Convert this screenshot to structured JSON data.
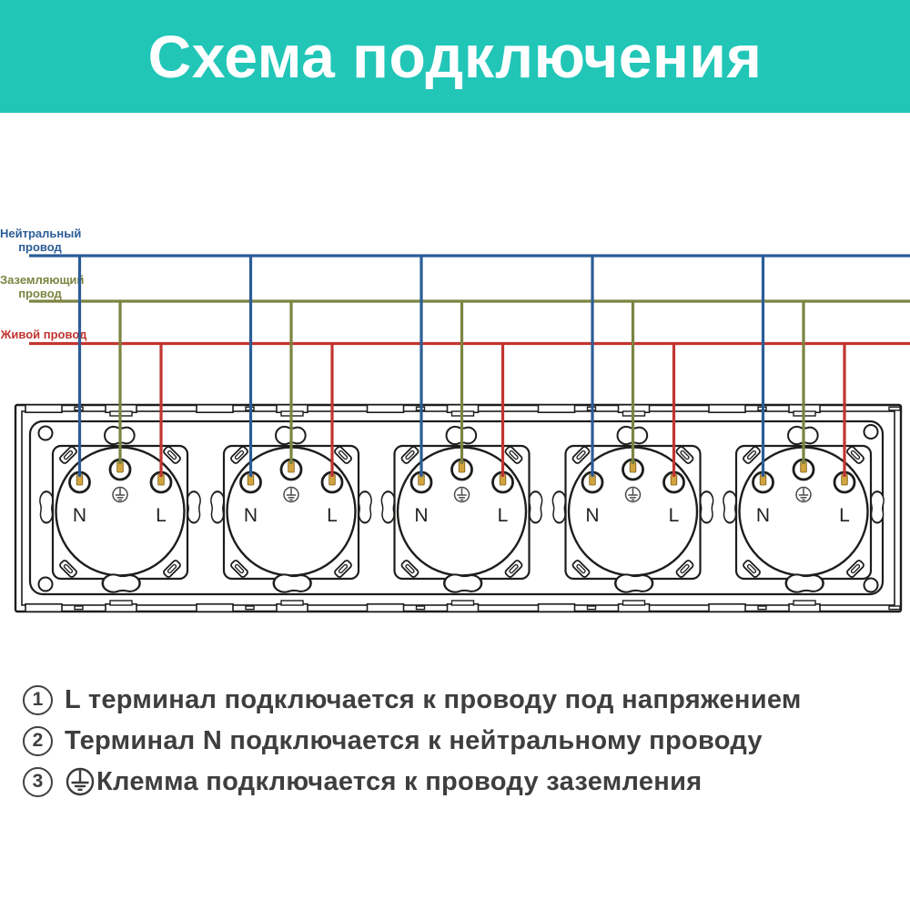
{
  "header": {
    "title": "Схема подключения"
  },
  "wire_legend": {
    "neutral": {
      "label": "Нейтральный провод",
      "color": "#2B5D97"
    },
    "ground": {
      "label": "Заземляющий провод",
      "color": "#7C8440"
    },
    "live": {
      "label": "Живой провод",
      "color": "#C23530"
    }
  },
  "socket_panel": {
    "socket_count": 5,
    "terminal_n_label": "N",
    "terminal_l_label": "L",
    "ground_terminal_icon": "earth-symbol"
  },
  "notes": [
    {
      "num": "1",
      "text": "L терминал подключается к проводу под напряжением"
    },
    {
      "num": "2",
      "text": "Терминал N подключается к нейтральному проводу"
    },
    {
      "num": "3",
      "icon": "earth-symbol",
      "text": "Клемма подключается к проводу заземления"
    }
  ],
  "colors": {
    "teal": "#21C6B7",
    "wire-blue": "#2B5D97",
    "wire-olive": "#7C8440",
    "wire-red": "#C23530",
    "line-black": "#1d1d1b",
    "terminal-gold": "#D2A43E",
    "note-text": "#3E3E3E"
  }
}
